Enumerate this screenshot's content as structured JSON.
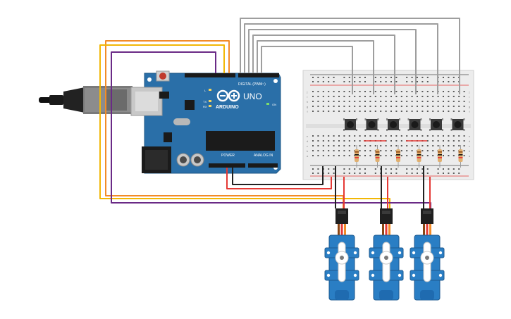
{
  "board": {
    "logo_text": "ARDUINO",
    "model": "UNO",
    "digital_label": "DIGITAL (PWM~)",
    "power_label": "POWER",
    "analog_label": "ANALOG IN",
    "on_label": "ON",
    "led_l": "L",
    "led_tx": "TX",
    "led_rx": "RX",
    "color": "#2a6fa8"
  },
  "breadboard": {
    "row_labels": [
      "a",
      "b",
      "c",
      "d",
      "e",
      "f",
      "g",
      "h",
      "i",
      "j"
    ],
    "column_count": 30
  },
  "components": {
    "pushbuttons": 6,
    "resistors": 6,
    "servos": 3,
    "servo_color": "#2a7ec4"
  },
  "wire_colors": {
    "signal": "#9e9e9e",
    "power": "#e53935",
    "ground": "#212121",
    "yellow": "#f2b705",
    "orange": "#f28c28",
    "purple": "#6a2a86"
  },
  "icons": {
    "usb_cable": "usb-cable-icon",
    "servo": "servo-motor-icon",
    "button": "pushbutton-icon",
    "resistor": "resistor-icon"
  }
}
